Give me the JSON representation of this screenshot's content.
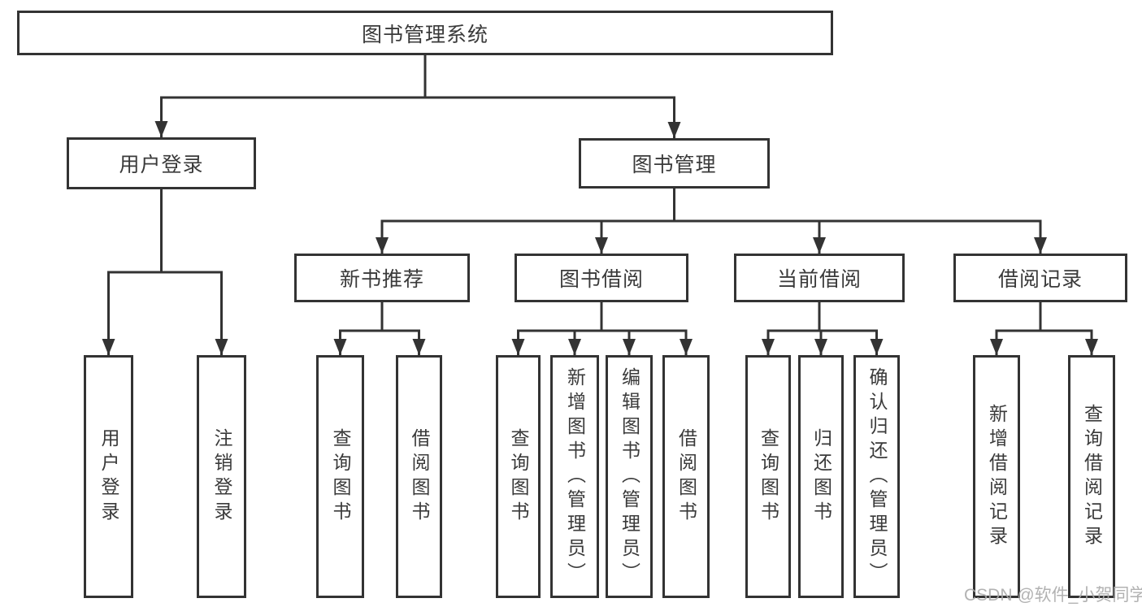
{
  "diagram": {
    "root": "图书管理系统",
    "user_login": {
      "label": "用户登录",
      "children": [
        "用户登录",
        "注销登录"
      ]
    },
    "book_mgmt": {
      "label": "图书管理",
      "sections": [
        {
          "label": "新书推荐",
          "children": [
            "查询图书",
            "借阅图书"
          ]
        },
        {
          "label": "图书借阅",
          "children": [
            "查询图书",
            "新增图书（管理员）",
            "编辑图书（管理员）",
            "借阅图书"
          ]
        },
        {
          "label": "当前借阅",
          "children": [
            "查询图书",
            "归还图书",
            "确认归还（管理员）"
          ]
        },
        {
          "label": "借阅记录",
          "children": [
            "新增借阅记录",
            "查询借阅记录"
          ]
        }
      ]
    }
  },
  "watermark": "CSDN @软件_小贺同学",
  "colors": {
    "line": "#333333",
    "text": "#3a3a3a",
    "watermark": "#aaaaaa",
    "background": "#ffffff"
  }
}
